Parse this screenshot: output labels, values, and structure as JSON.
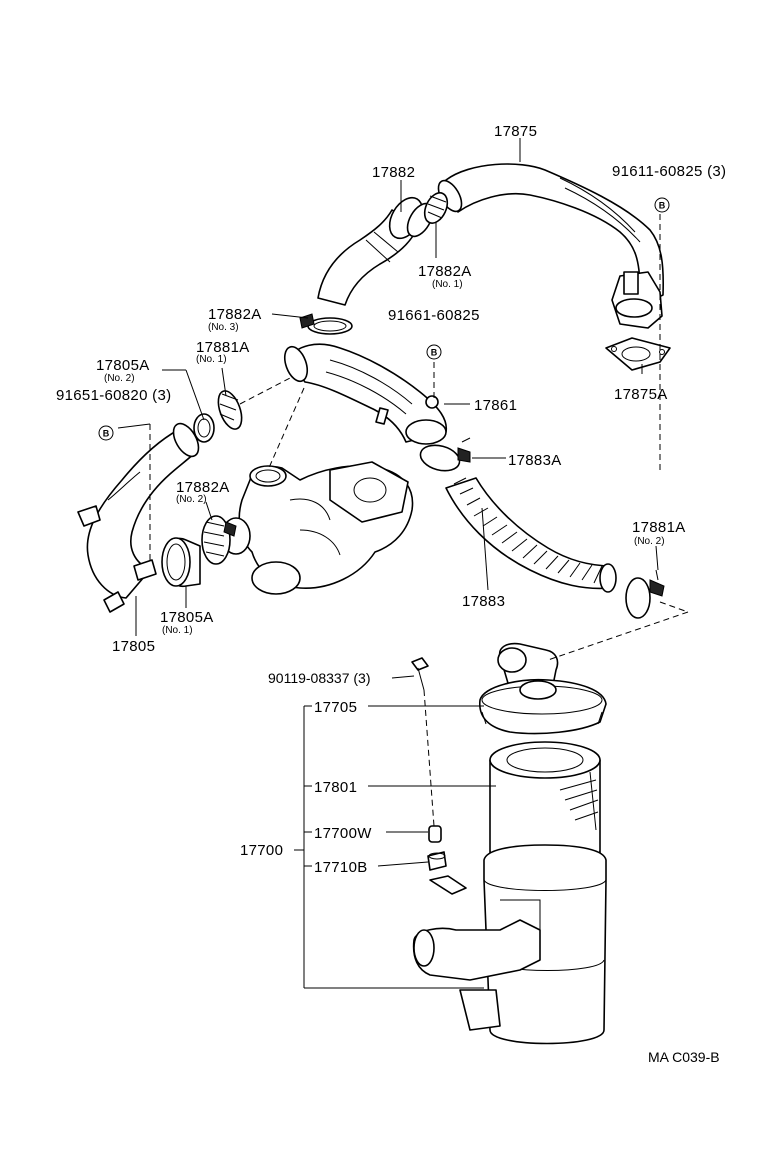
{
  "diagram": {
    "reference_code": "MA C039-B",
    "bolt_mark": "B",
    "labels": {
      "p17875": "17875",
      "p91611": "91611-60825 (3)",
      "p17882": "17882",
      "p17882A_no1": "17882A",
      "p17882A_no1_sub": "(No. 1)",
      "p17882A_no3": "17882A",
      "p17882A_no3_sub": "(No. 3)",
      "p91661": "91661-60825",
      "p17875A": "17875A",
      "p17805A_no2": "17805A",
      "p17805A_no2_sub": "(No. 2)",
      "p17881A_no1": "17881A",
      "p17881A_no1_sub": "(No. 1)",
      "p91651": "91651-60820 (3)",
      "p17861": "17861",
      "p17883A": "17883A",
      "p17882A_no2": "17882A",
      "p17882A_no2_sub": "(No. 2)",
      "p17881A_no2": "17881A",
      "p17881A_no2_sub": "(No. 2)",
      "p17883": "17883",
      "p17805A_no1": "17805A",
      "p17805A_no1_sub": "(No. 1)",
      "p17805": "17805",
      "p90119": "90119-08337 (3)",
      "p17705": "17705",
      "p17801": "17801",
      "p17700": "17700",
      "p17700W": "17700W",
      "p17710B": "17710B"
    }
  }
}
